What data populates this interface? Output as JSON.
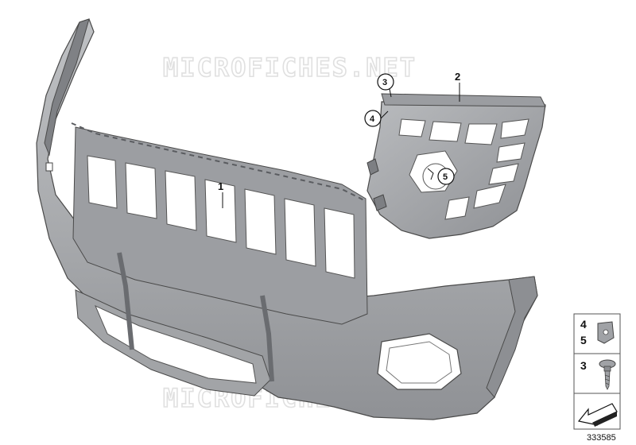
{
  "watermark": {
    "text": "MICROFICHES.NET"
  },
  "callouts": {
    "bumper": "1",
    "bracket": "2",
    "screw": "3",
    "nut": "4",
    "nut_secondary": "5"
  },
  "legend": {
    "row1_top": "4",
    "row1_bottom": "5",
    "row2": "3"
  },
  "reference_number": "333585",
  "colors": {
    "part_fill": "#a9abae",
    "part_shadow": "#8d8f93",
    "part_highlight": "#c6c8cb",
    "outline": "#4a4a4a"
  }
}
